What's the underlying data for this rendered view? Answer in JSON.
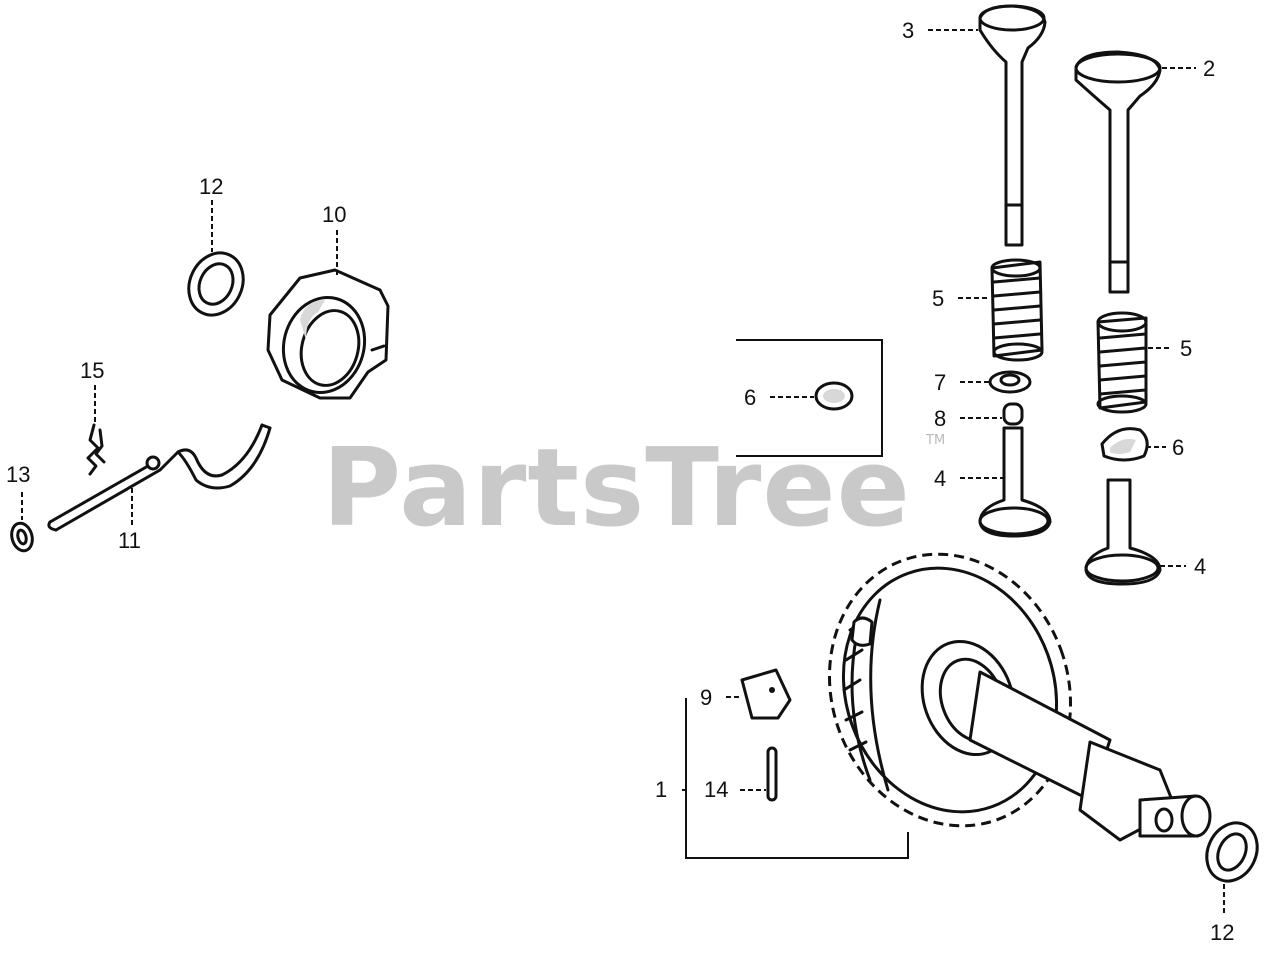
{
  "watermark": {
    "text": "PartsTree",
    "trademark": "TM"
  },
  "callouts": {
    "c1": "1",
    "c2": "2",
    "c3": "3",
    "c4a": "4",
    "c4b": "4",
    "c5a": "5",
    "c5b": "5",
    "c6a": "6",
    "c6b": "6",
    "c7": "7",
    "c8": "8",
    "c9": "9",
    "c10": "10",
    "c11": "11",
    "c12a": "12",
    "c12b": "12",
    "c13": "13",
    "c14": "14",
    "c15": "15"
  }
}
